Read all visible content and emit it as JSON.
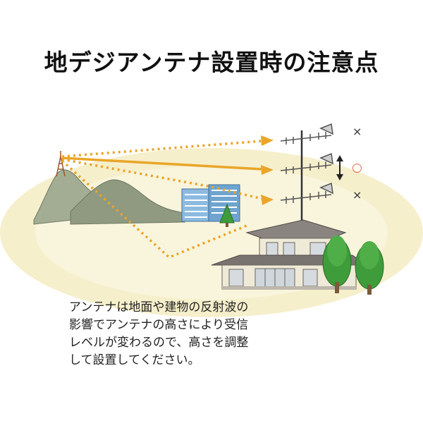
{
  "title": "地デジアンテナ設置時の注意点",
  "marks": {
    "top": "×",
    "middle": "○",
    "bottom": "×"
  },
  "note_lines": [
    "アンテナは地面や建物の反射波の",
    "影響でアンテナの高さにより受信",
    "レベルが変わるので、高さを調整",
    "して設置してください。"
  ],
  "colors": {
    "signal": "#e9a62a",
    "ground": "#f6efcc",
    "mountain": "#9aa68a",
    "building": "#7fb0d8",
    "tree": "#3e9c3a",
    "roof": "#7a7470",
    "circle_mark": "#e06a4a"
  }
}
